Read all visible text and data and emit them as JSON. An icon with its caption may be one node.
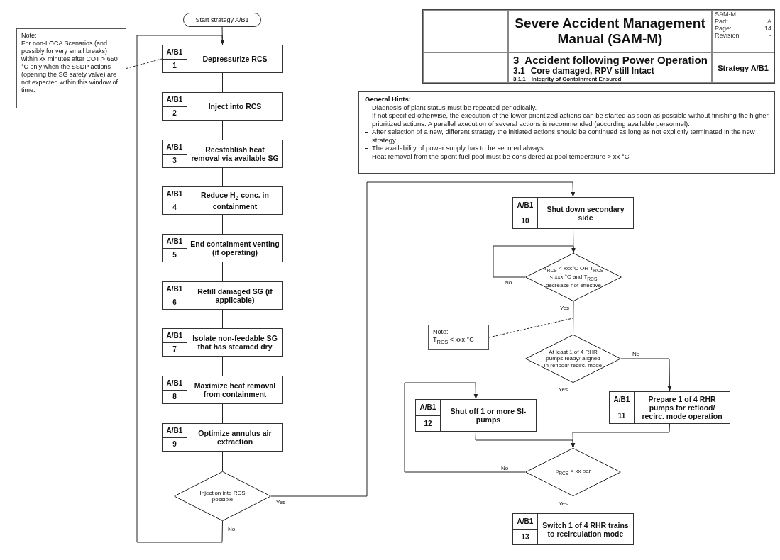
{
  "diagram": {
    "title": "Severe Accident Management Manual (SAM-M)",
    "nodes": [
      {
        "text": [
          "Start strategy A/B1"
        ]
      },
      {
        "text": [
          "Note:",
          "For non-LOCA Scenarios (and possibly for very small breaks) within xx minutes after COT > 650 °C only when the SSDP actions (opening the SG safety valve) are not expected within this window of time."
        ]
      },
      {
        "text": [
          "A/B1",
          "1",
          "Depressurize RCS"
        ]
      },
      {
        "text": [
          "A/B1",
          "2",
          "Inject into RCS"
        ]
      },
      {
        "text": [
          "A/B1",
          "3",
          "Reestablish heat removal via available SG"
        ]
      },
      {
        "text": [
          "A/B1",
          "4",
          "Reduce H$_{2}$ conc. in containment"
        ]
      },
      {
        "text": [
          "A/B1",
          "5",
          "End containment venting (if operating)"
        ]
      },
      {
        "text": [
          "A/B1",
          "6",
          "Refill damaged SG (if applicable)"
        ]
      },
      {
        "text": [
          "A/B1",
          "7",
          "Isolate non-feedable SG that has steamed dry"
        ]
      },
      {
        "text": [
          "A/B1",
          "8",
          "Maximize heat removal from containment"
        ]
      },
      {
        "text": [
          "A/B1",
          "9",
          "Optimize annulus air extraction"
        ]
      },
      {
        "text": [
          "Injection into RCS possible"
        ]
      },
      {
        "text": [
          "A/B1",
          "10",
          "Shut down secondary side"
        ]
      },
      {
        "text": [
          "T$_{RCS}$ < xxx°C OR T$_{RCS}$ < xxx °C and T$_{RCS}$ decrease not effective"
        ]
      },
      {
        "text": [
          "Note:",
          "T$_{RCS}$ < xxx °C"
        ]
      },
      {
        "text": [
          "At least 1 of 4 RHR pumps ready/ aligned in reflood/ recirc. mode"
        ]
      },
      {
        "text": [
          "A/B1",
          "11",
          "Prepare 1 of 4 RHR pumps for reflood/ recirc. mode operation"
        ]
      },
      {
        "text": [
          "A/B1",
          "12",
          "Shut off 1 or more SI-pumps"
        ]
      },
      {
        "text": [
          "p$_{RCS}$ < xx bar"
        ]
      },
      {
        "text": [
          "A/B1",
          "13",
          "Switch 1 of 4 RHR trains to recirculation mode"
        ]
      }
    ],
    "edges": [
      {
        "from": 0,
        "to": 2,
        "arrow": "to"
      },
      {
        "from": 1,
        "to": 2,
        "arrow": "none",
        "style": "dashed"
      },
      {
        "from": 2,
        "to": 3,
        "arrow": "none"
      },
      {
        "from": 3,
        "to": 4,
        "arrow": "none"
      },
      {
        "from": 4,
        "to": 5,
        "arrow": "none"
      },
      {
        "from": 5,
        "to": 6,
        "arrow": "none"
      },
      {
        "from": 6,
        "to": 7,
        "arrow": "none"
      },
      {
        "from": 7,
        "to": 8,
        "arrow": "none"
      },
      {
        "from": 8,
        "to": 9,
        "arrow": "none"
      },
      {
        "from": 9,
        "to": 10,
        "arrow": "none"
      },
      {
        "from": 10,
        "to": 11,
        "arrow": "none"
      },
      {
        "from": 11,
        "to": 12,
        "label": "Yes",
        "arrow": "to"
      },
      {
        "from": 11,
        "to": 2,
        "label": "No",
        "arrow": "to"
      },
      {
        "from": 12,
        "to": 13,
        "arrow": "none"
      },
      {
        "from": 13,
        "to": 13,
        "label": "No",
        "arrow": "to"
      },
      {
        "from": 13,
        "to": 15,
        "label": "Yes",
        "arrow": "none"
      },
      {
        "from": 14,
        "to": null,
        "arrow": "none",
        "style": "dashed"
      },
      {
        "from": 15,
        "to": 16,
        "label": "No",
        "arrow": "to"
      },
      {
        "from": 15,
        "to": 18,
        "label": "Yes",
        "arrow": "to"
      },
      {
        "from": 16,
        "to": 18,
        "arrow": "to"
      },
      {
        "from": 17,
        "to": 18,
        "arrow": "to"
      },
      {
        "from": 18,
        "to": 17,
        "label": "No",
        "arrow": "to"
      },
      {
        "from": 18,
        "to": 19,
        "label": "Yes",
        "arrow": "none"
      }
    ],
    "labels": [
      "SAM-M",
      "Part:",
      "A",
      "Page:",
      "14",
      "Revision",
      "-",
      "3",
      "Accident following Power Operation",
      "3.1",
      "Core damaged, RPV still Intact",
      "3.1.1",
      "Integrity of Containment Ensured",
      "Strategy A/B1",
      "General Hints:",
      "Diagnosis of plant status must be repeated periodically.",
      "If not specified otherwise, the execution of the lower prioritized actions can be started as soon as possible without finishing the higher prioritized actions. A parallel execution of several actions is recommended (according available personnel).",
      "After selection of a new, different strategy the initiated actions should be continued as long as not explicitly terminated in the new strategy.",
      "The availability of power supply has to be secured always.",
      "Heat removal from the spent fuel pool must be considered at pool temperature > xx °C"
    ]
  }
}
